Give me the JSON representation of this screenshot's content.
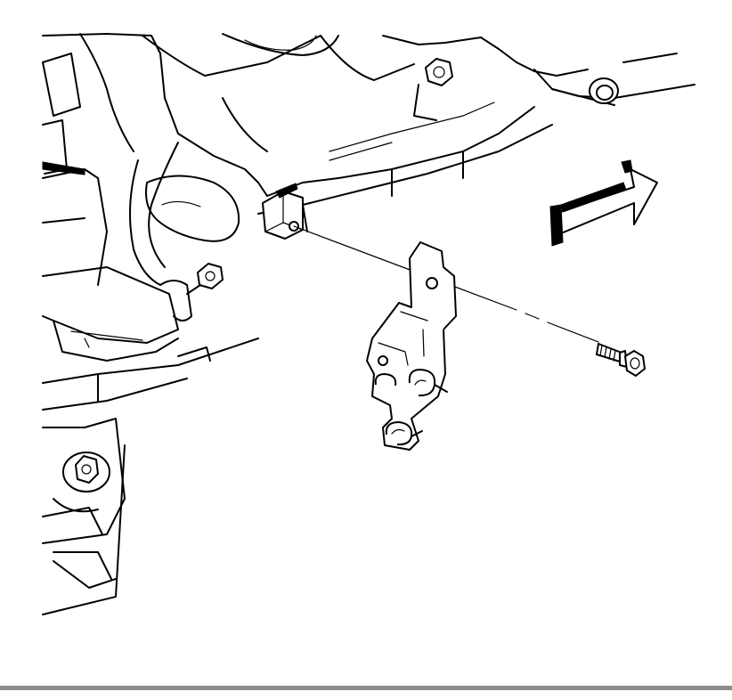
{
  "figure": {
    "kind": "exploded-view service illustration",
    "components": {
      "housing": "engine-block-housing",
      "bracket": "wiring-harness-bracket",
      "bolt": "bracket-bolt",
      "stud": "mounting-boss",
      "arrow": "front-direction-arrow"
    },
    "colors": {
      "line": "#000000",
      "background": "#ffffff",
      "rule": "#8c8c8c"
    }
  }
}
